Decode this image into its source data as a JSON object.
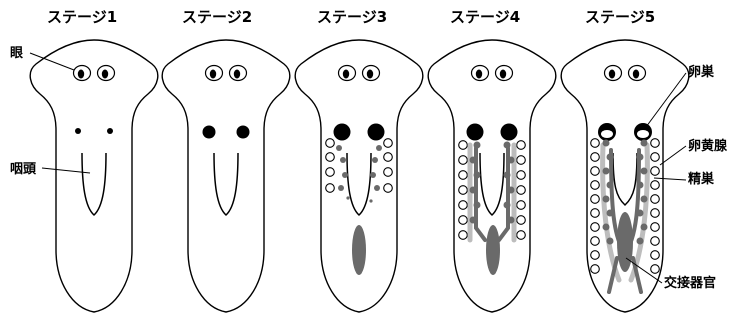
{
  "stages": [
    {
      "title": "ステージ1"
    },
    {
      "title": "ステージ2"
    },
    {
      "title": "ステージ3"
    },
    {
      "title": "ステージ4"
    },
    {
      "title": "ステージ5"
    }
  ],
  "labels": {
    "eye": "眼",
    "pharynx": "咽頭",
    "ovary": "卵巣",
    "vitellaria": "卵黄腺",
    "testes": "精巣",
    "copulatory_organ": "交接器官"
  }
}
